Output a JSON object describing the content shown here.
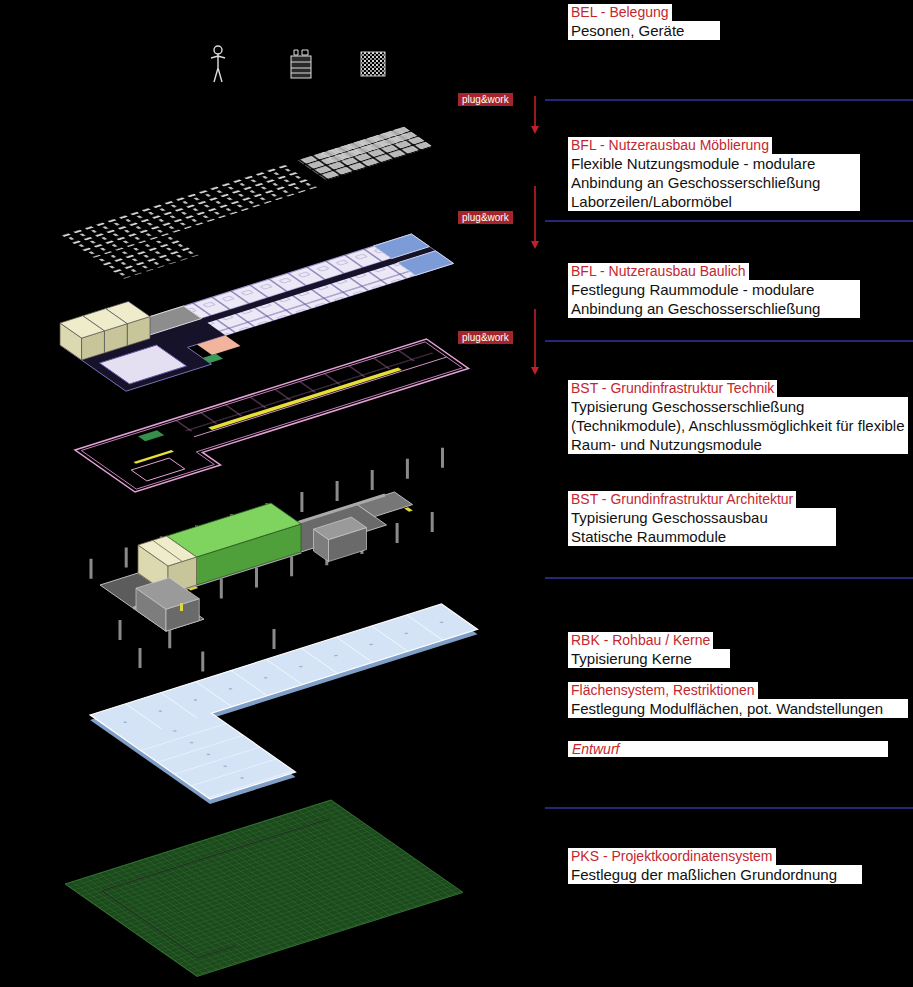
{
  "diagram": {
    "nodes": [
      {
        "text": [
          "BEL - Belegung",
          "Pesonen, Geräte"
        ]
      },
      {
        "text": [
          "plug&work"
        ]
      },
      {
        "text": [
          "BFL - Nutzerausbau Möblierung",
          "Flexible Nutzungsmodule - modulare Anbindung an Geschosserschließung Laborzeilen/Labormöbel"
        ]
      },
      {
        "text": [
          "plug&work"
        ]
      },
      {
        "text": [
          "BFL - Nutzerausbau Baulich",
          "Festlegung Raummodule - modulare Anbindung an Geschosserschließung"
        ]
      },
      {
        "text": [
          "plug&work"
        ]
      },
      {
        "text": [
          "BST - Grundinfrastruktur Technik",
          "Typisierung Geschosserschließung (Technikmodule), Anschlussmöglichkeit für flexible Raum- und Nutzungsmodule"
        ]
      },
      {
        "text": [
          "BST - Grundinfrastruktur Architektur",
          "Typisierung Geschossausbau Statische Raummodule"
        ]
      },
      {
        "text": [
          "RBK - Rohbau / Kerne",
          "Typisierung Kerne"
        ]
      },
      {
        "text": [
          "Flächensystem, Restriktionen",
          "Festlegung Modulflächen, pot. Wandstellungen"
        ]
      },
      {
        "text": [
          "Entwurf"
        ]
      },
      {
        "text": [
          "PKS - Projektkoordinatensystem",
          "Festlegug der maßlichen Grundordnung"
        ]
      }
    ]
  }
}
